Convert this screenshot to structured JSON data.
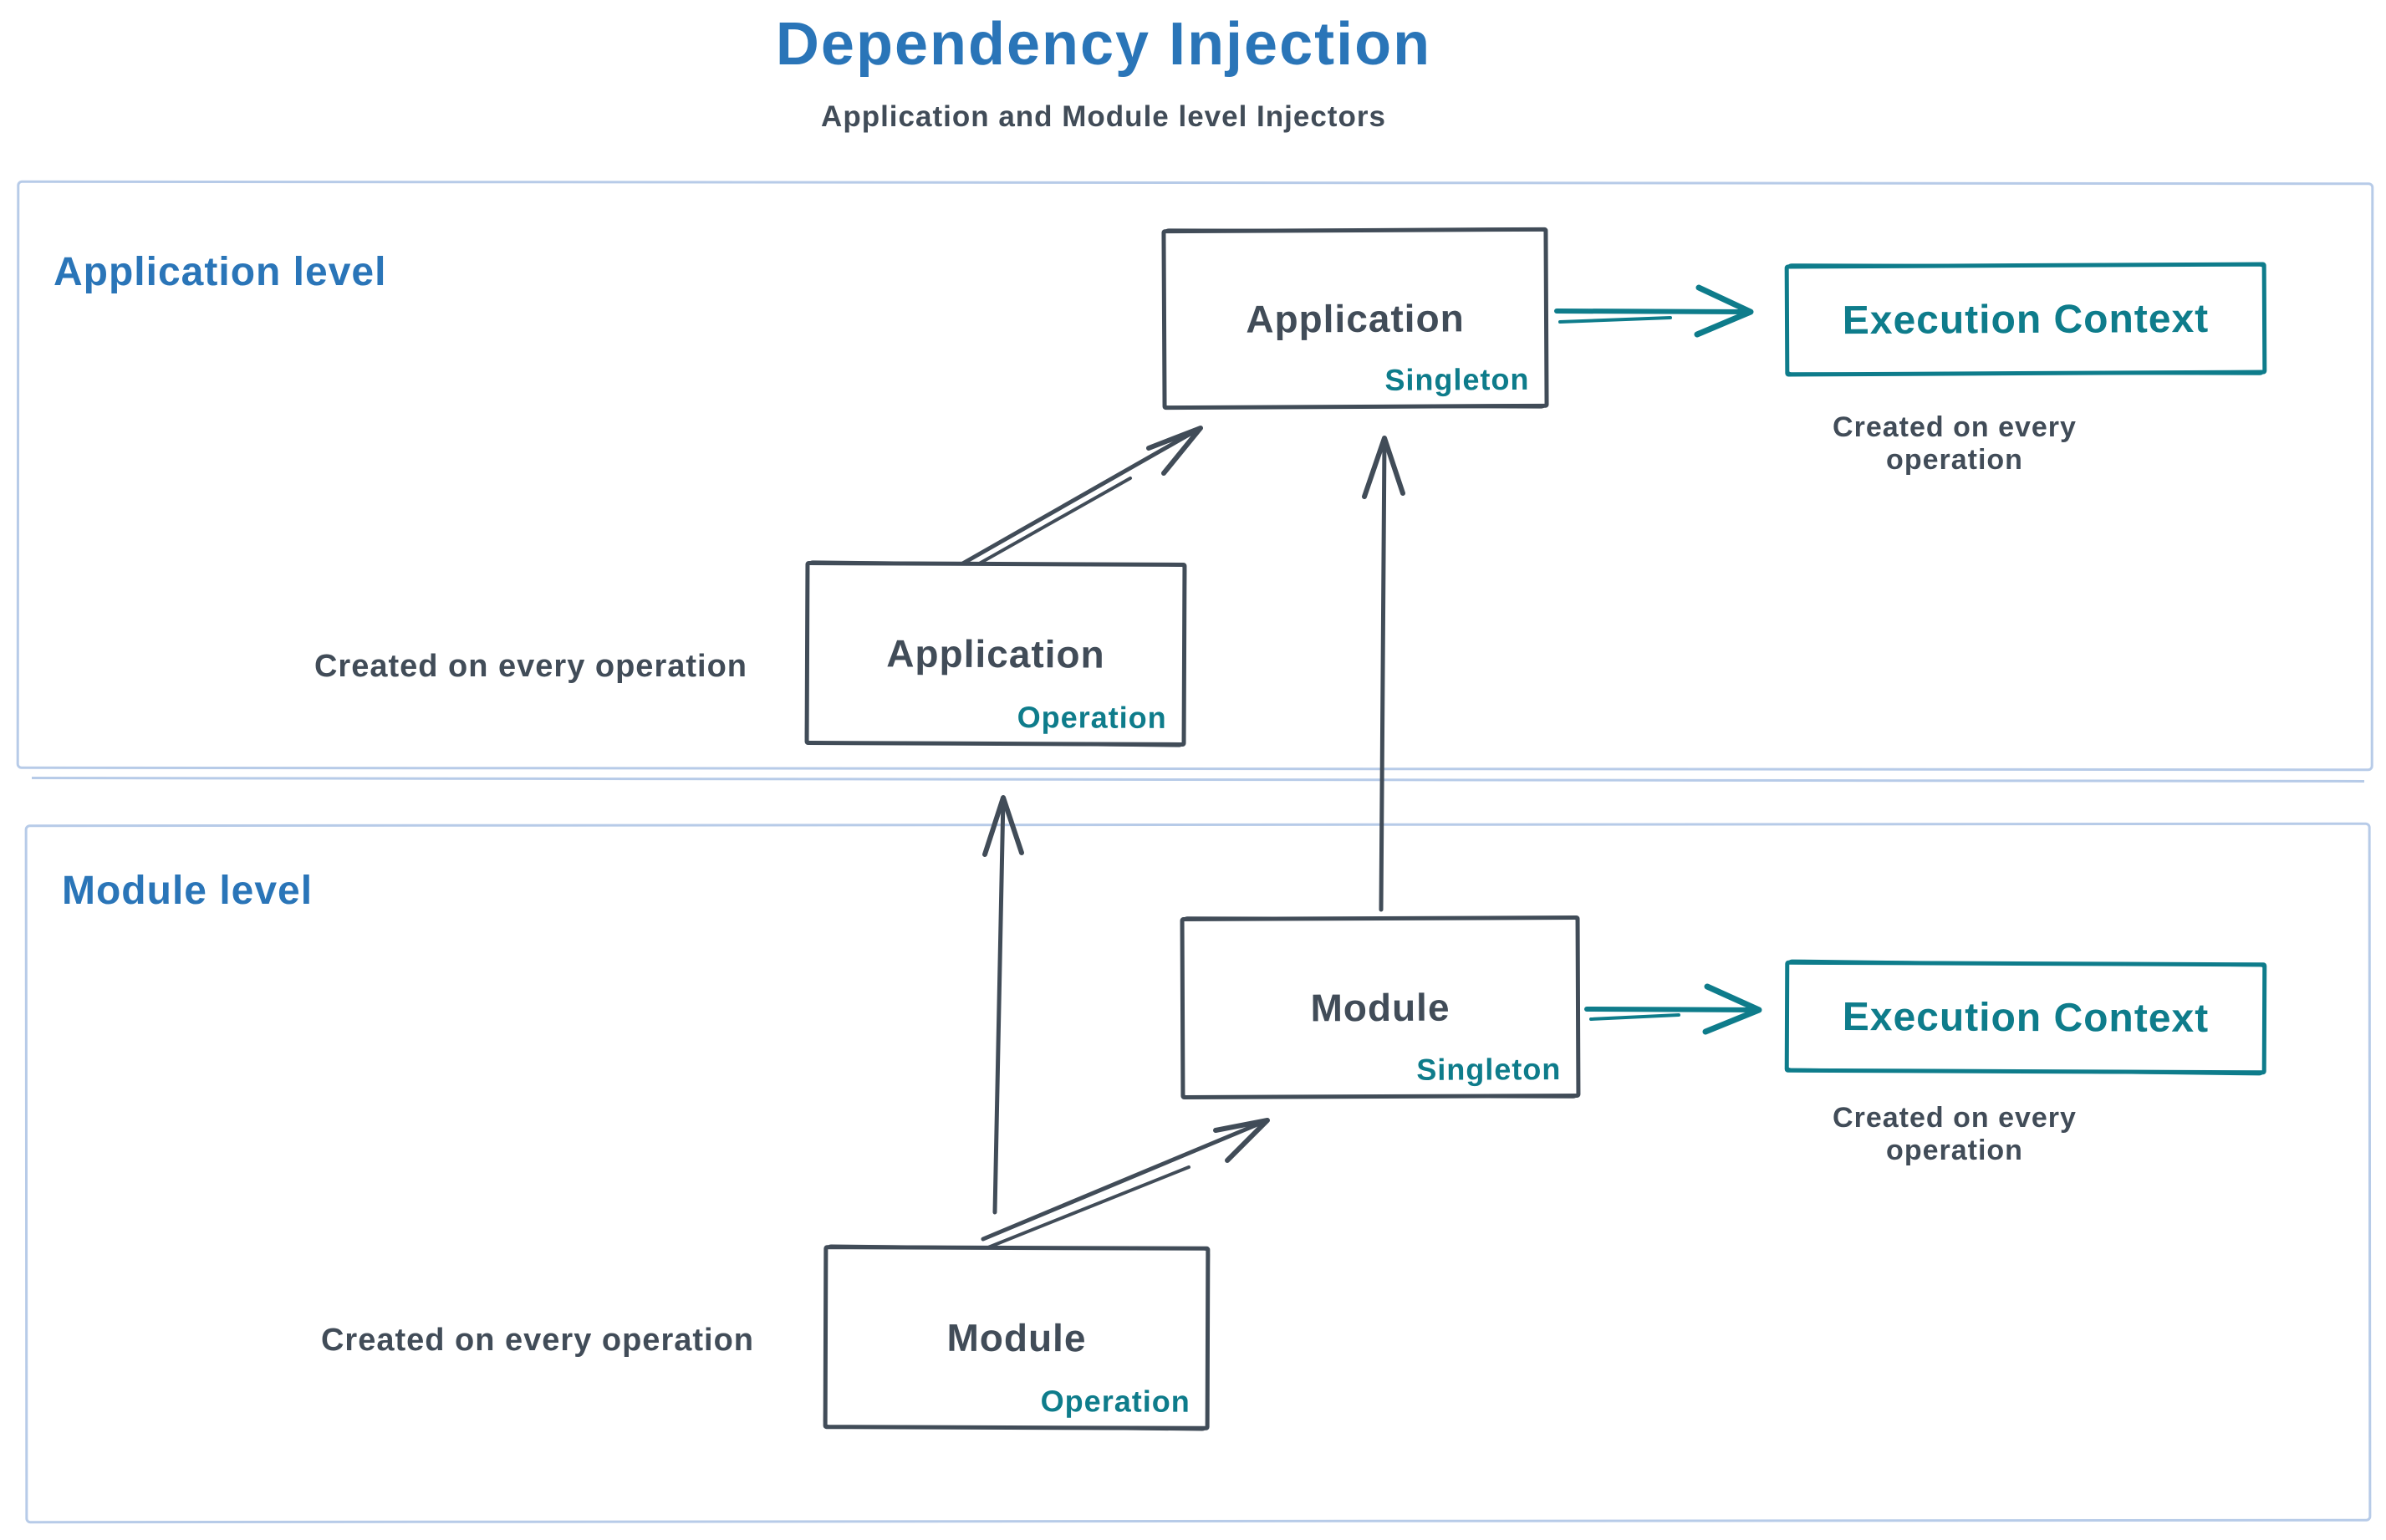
{
  "title": "Dependency Injection",
  "subtitle": "Application and Module level Injectors",
  "colors": {
    "blue": "#2a75b8",
    "ink": "#414c58",
    "teal": "#0e7c8b",
    "section_border": "#b7cbe8"
  },
  "sections": [
    {
      "id": "application",
      "label": "Application level"
    },
    {
      "id": "module",
      "label": "Module level"
    }
  ],
  "nodes": {
    "app_singleton": {
      "title": "Application",
      "sublabel": "Singleton"
    },
    "app_operation": {
      "title": "Application",
      "sublabel": "Operation"
    },
    "module_singleton": {
      "title": "Module",
      "sublabel": "Singleton"
    },
    "module_operation": {
      "title": "Module",
      "sublabel": "Operation"
    },
    "exec_top": {
      "title": "Execution Context"
    },
    "exec_bottom": {
      "title": "Execution Context"
    }
  },
  "captions": {
    "app_operation": "Created on every operation",
    "exec_top": "Created on every operation",
    "module_operation": "Created on every operation",
    "exec_bottom": "Created on every operation"
  }
}
